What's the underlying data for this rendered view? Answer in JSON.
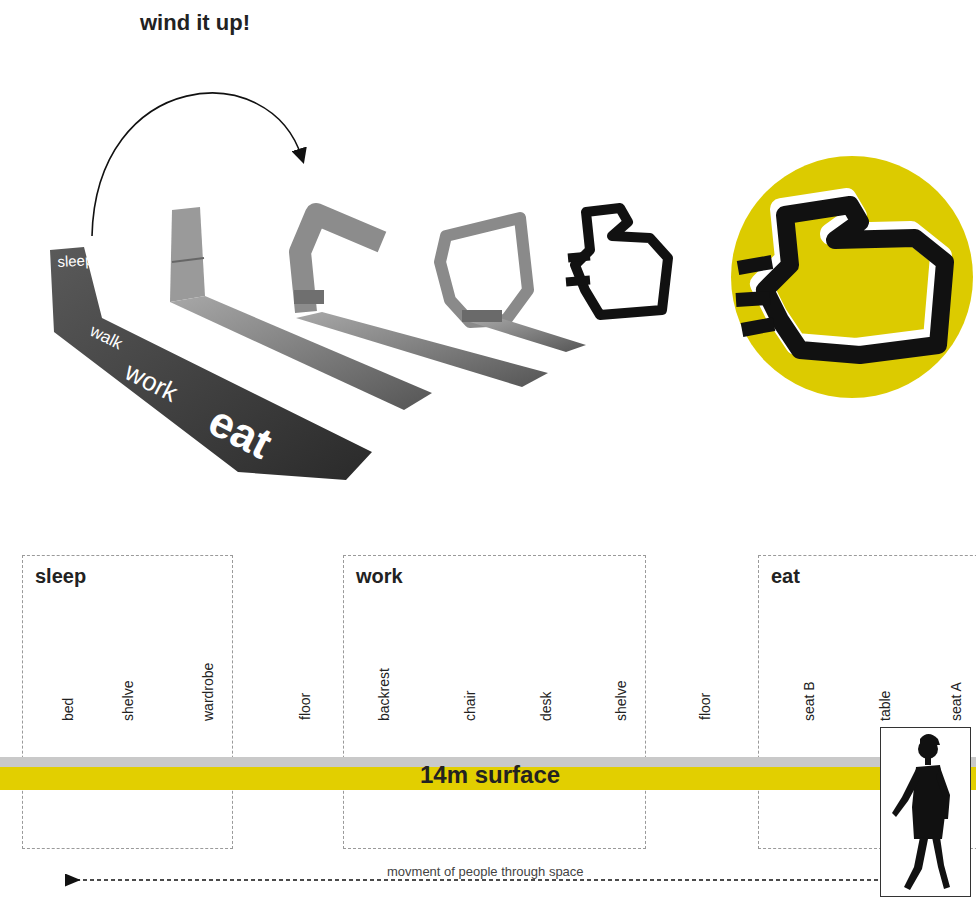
{
  "diagram": {
    "title": "wind it up!",
    "nodes": [
      {
        "text": [
          "sleep",
          "bed",
          "shelve",
          "wardrobe"
        ]
      },
      {
        "text": [
          "work",
          "backrest",
          "chair",
          "desk",
          "shelve"
        ]
      },
      {
        "text": [
          "eat",
          "seat B",
          "table",
          "seat A"
        ]
      },
      {
        "text": [
          "14m surface"
        ]
      }
    ],
    "labels": [
      "sleep",
      "walk",
      "work",
      "eat",
      "floor",
      "floor",
      "movment of people through space"
    ]
  }
}
